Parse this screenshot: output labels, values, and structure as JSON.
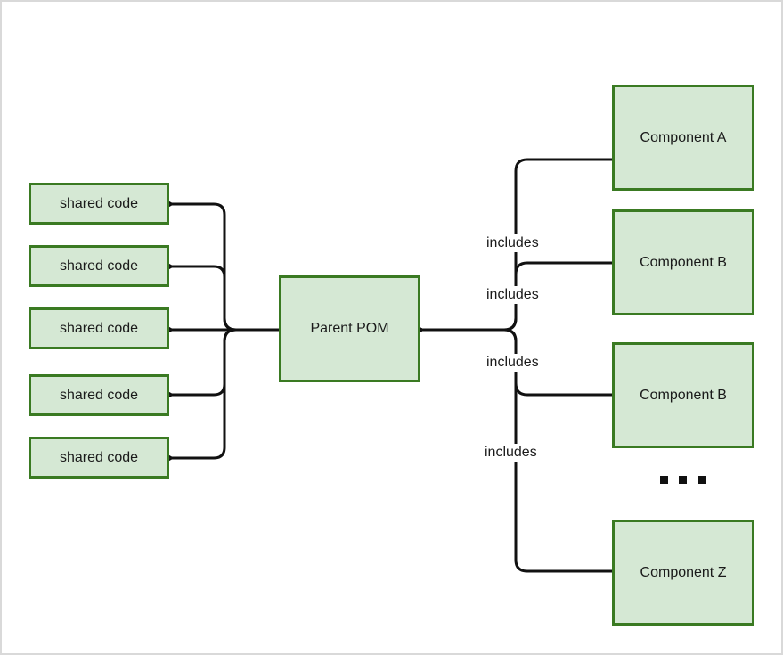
{
  "diagram": {
    "parent": {
      "label": "Parent POM"
    },
    "shared": [
      {
        "label": "shared code"
      },
      {
        "label": "shared code"
      },
      {
        "label": "shared code"
      },
      {
        "label": "shared code"
      },
      {
        "label": "shared code"
      }
    ],
    "components": [
      {
        "label": "Component A",
        "edge_label": "includes"
      },
      {
        "label": "Component B",
        "edge_label": "includes"
      },
      {
        "label": "Component B",
        "edge_label": "includes"
      },
      {
        "label": "Component Z",
        "edge_label": "includes"
      }
    ],
    "ellipsis": "...",
    "colors": {
      "node_fill": "#d5e8d4",
      "node_stroke": "#3a7a22",
      "edge": "#111111"
    }
  }
}
